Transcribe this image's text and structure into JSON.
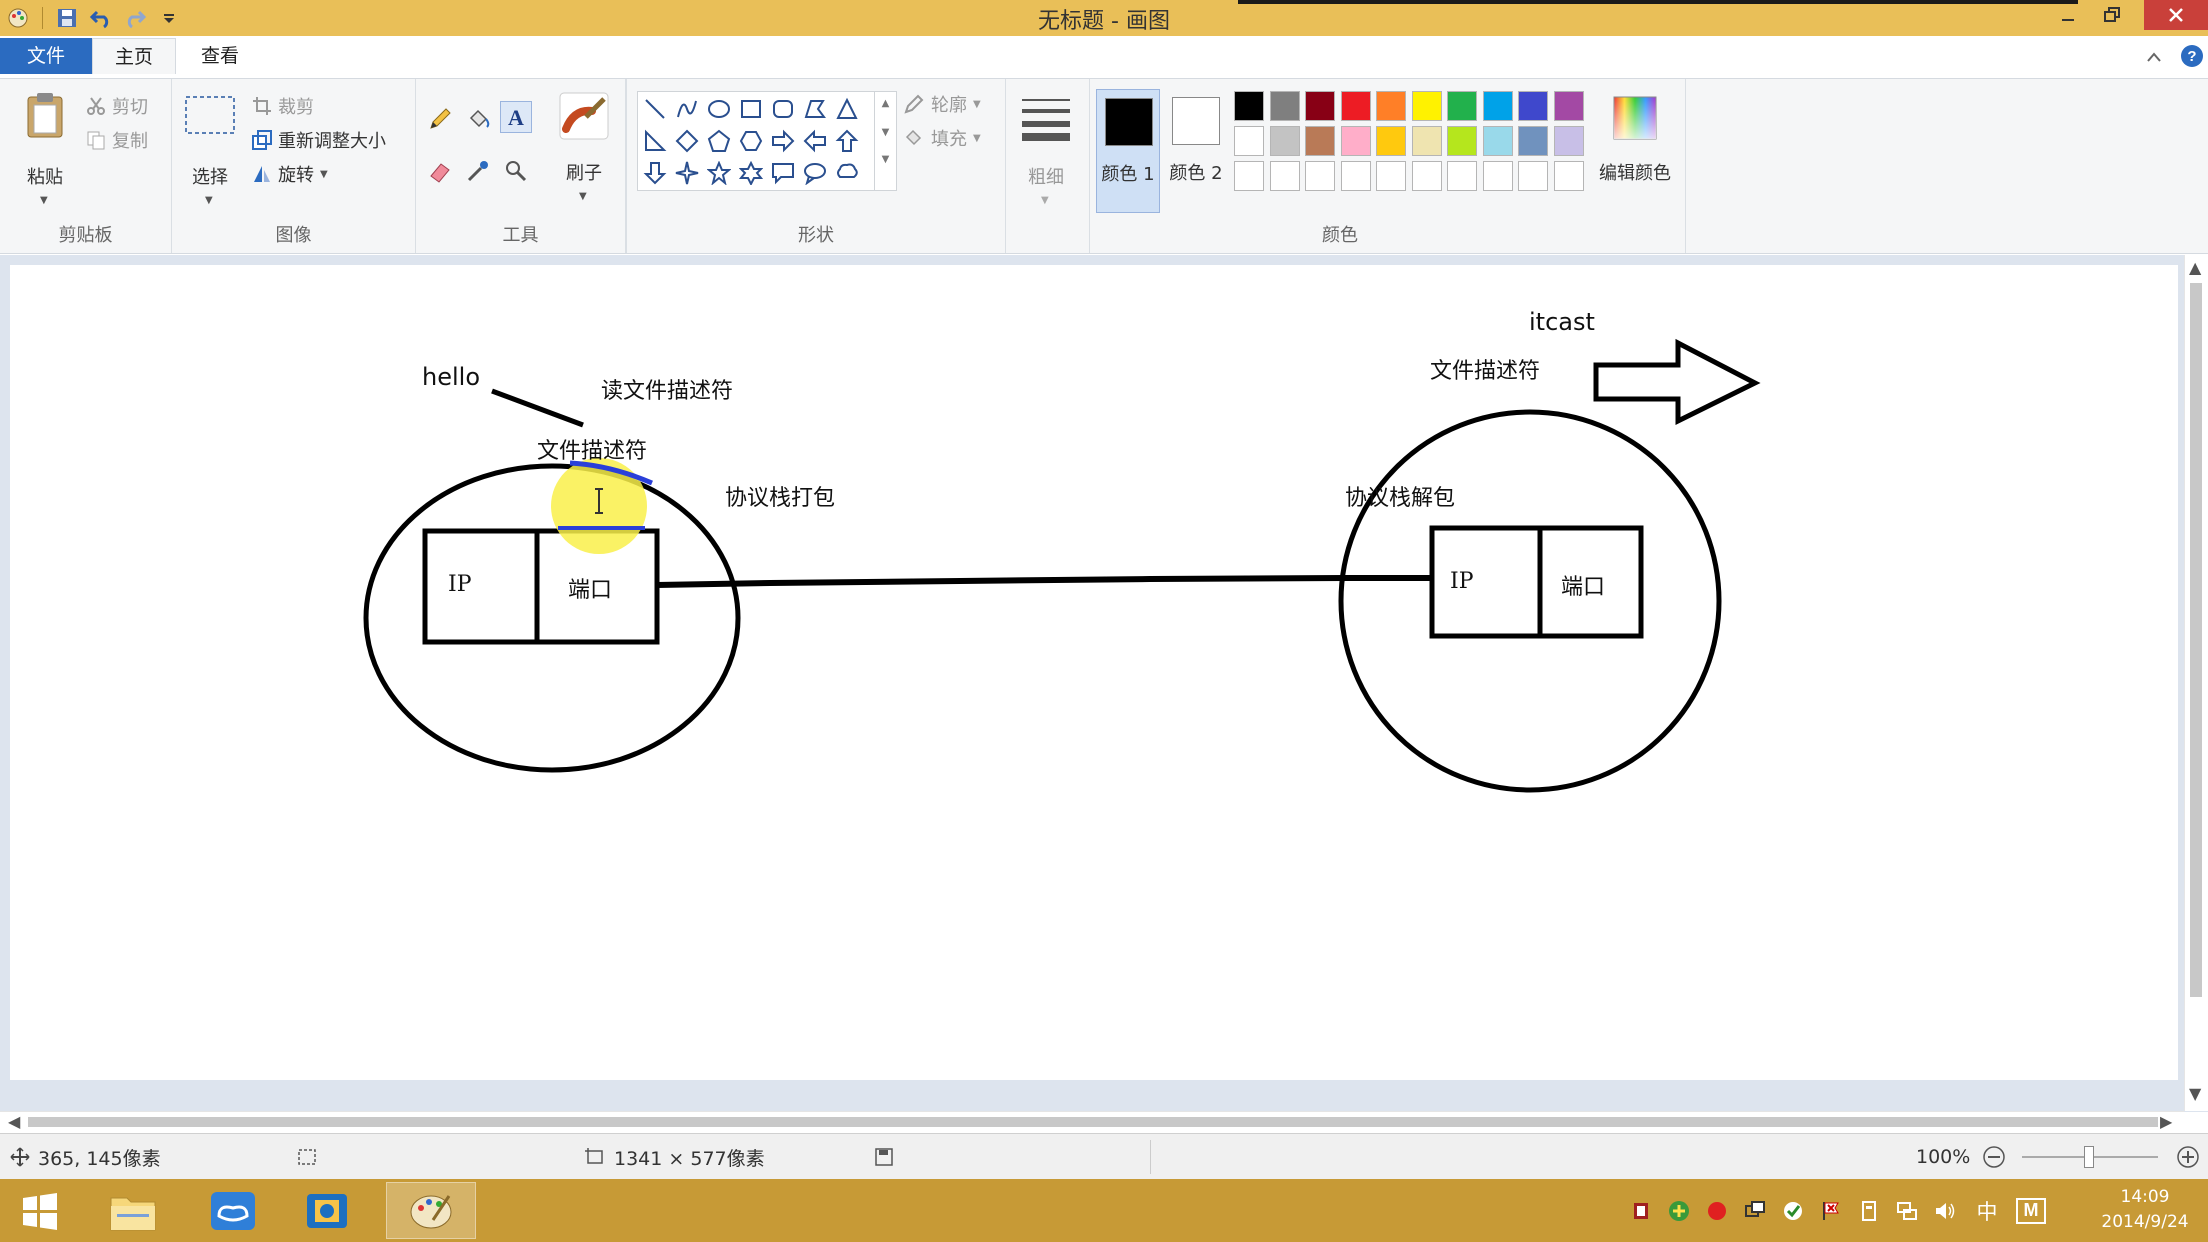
{
  "window": {
    "title": "无标题 - 画图"
  },
  "tabs": {
    "file": "文件",
    "home": "主页",
    "view": "查看"
  },
  "ribbon": {
    "clipboard": {
      "paste": "粘贴",
      "cut": "剪切",
      "copy": "复制",
      "group_label": "剪贴板"
    },
    "image": {
      "select": "选择",
      "crop": "裁剪",
      "resize": "重新调整大小",
      "rotate": "旋转",
      "group_label": "图像"
    },
    "tools": {
      "group_label": "工具"
    },
    "brushes": {
      "label": "刷子"
    },
    "shapes": {
      "outline": "轮廓",
      "fill": "填充",
      "group_label": "形状"
    },
    "size": {
      "label": "粗细"
    },
    "colors": {
      "color1": "颜色 1",
      "color2": "颜色 2",
      "edit_colors": "编辑颜色",
      "group_label": "颜色",
      "color1_value": "#000000",
      "color2_value": "#ffffff",
      "palette_row1": [
        "#000000",
        "#7f7f7f",
        "#880015",
        "#ed1c24",
        "#ff7f27",
        "#fff200",
        "#22b14c",
        "#00a2e8",
        "#3f48cc",
        "#a349a4"
      ],
      "palette_row2": [
        "#ffffff",
        "#c3c3c3",
        "#b97a57",
        "#ffaec9",
        "#ffc90e",
        "#efe4b0",
        "#b5e61d",
        "#99d9ea",
        "#7092be",
        "#c8bfe7"
      ],
      "palette_row3": [
        "#ffffff",
        "#ffffff",
        "#ffffff",
        "#ffffff",
        "#ffffff",
        "#ffffff",
        "#ffffff",
        "#ffffff",
        "#ffffff",
        "#ffffff"
      ]
    }
  },
  "drawing": {
    "hello": "hello",
    "read_fd": "读文件描述符",
    "fd_left": "文件描述符",
    "stack_pack": "协议栈打包",
    "stack_unpack": "协议栈解包",
    "itcast": "itcast",
    "fd_right": "文件描述符",
    "ip_left": "IP",
    "port_left": "端口",
    "ip_right": "IP",
    "port_right": "端口"
  },
  "status": {
    "cursor_pos": "365, 145像素",
    "canvas_size": "1341 × 577像素",
    "zoom": "100%"
  },
  "taskbar": {
    "ime": "中",
    "ime_mode": "M",
    "time": "14:09",
    "date": "2014/9/24"
  }
}
